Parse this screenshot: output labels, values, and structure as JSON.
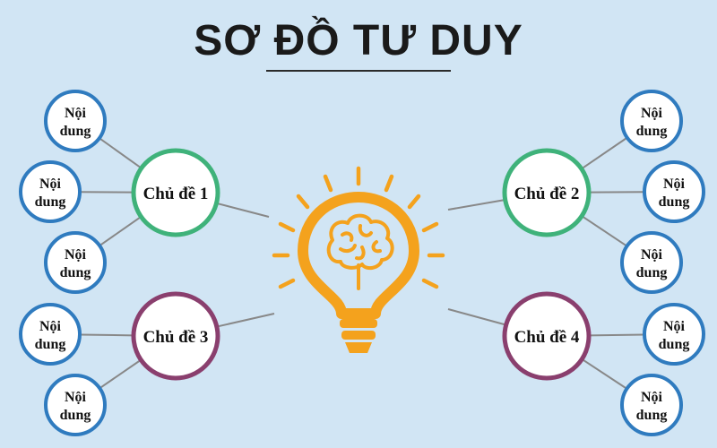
{
  "title": "SƠ ĐỒ TƯ DUY",
  "colors": {
    "background": "#d1e5f4",
    "topic_green": "#3fb27a",
    "topic_purple": "#8a3f6e",
    "content_blue": "#2f7bbf",
    "bulb_orange": "#f4a21d",
    "connector": "#888888"
  },
  "center": {
    "icon": "lightbulb-brain-icon"
  },
  "topics": [
    {
      "label": "Chủ đề 1",
      "color": "#3fb27a",
      "children": [
        "Nội dung",
        "Nội dung",
        "Nội dung"
      ]
    },
    {
      "label": "Chủ đề 2",
      "color": "#3fb27a",
      "children": [
        "Nội dung",
        "Nội dung",
        "Nội dung"
      ]
    },
    {
      "label": "Chủ đề 3",
      "color": "#8a3f6e",
      "children": [
        "Nội dung",
        "Nội dung"
      ]
    },
    {
      "label": "Chủ đề 4",
      "color": "#8a3f6e",
      "children": [
        "Nội dung",
        "Nội dung"
      ]
    }
  ]
}
